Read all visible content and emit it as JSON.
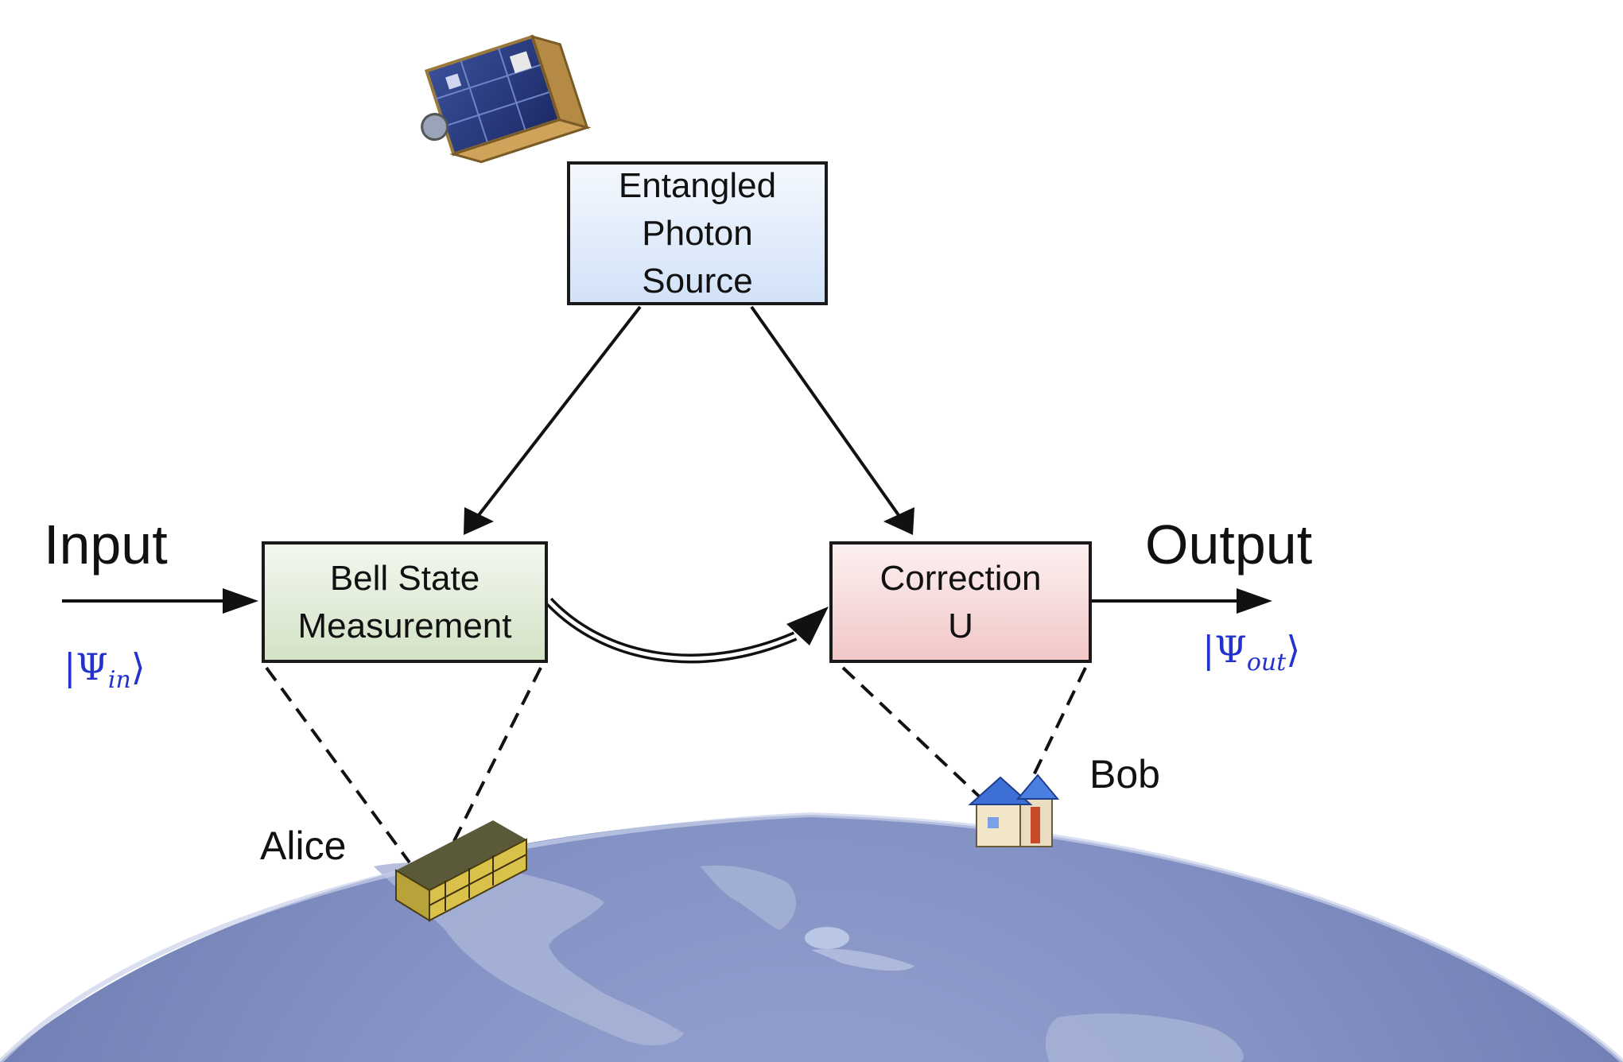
{
  "boxes": {
    "source": [
      "Entangled",
      "Photon",
      "Source"
    ],
    "bsm": [
      "Bell State",
      "Measurement"
    ],
    "correction": [
      "Correction",
      "U"
    ]
  },
  "labels": {
    "input": "Input",
    "output": "Output",
    "alice": "Alice",
    "bob": "Bob"
  },
  "states": {
    "in": {
      "bar": "|",
      "symbol": "Ψ",
      "subscript": "in",
      "angle": "⟩"
    },
    "out": {
      "bar": "|",
      "symbol": "Ψ",
      "subscript": "out",
      "angle": "⟩"
    }
  },
  "colors": {
    "source_box": "#d2e2f8",
    "bsm_box": "#d3e3c6",
    "correction_box": "#f1c7c7",
    "state_text": "#2233cc",
    "earth": "#8391c4"
  }
}
